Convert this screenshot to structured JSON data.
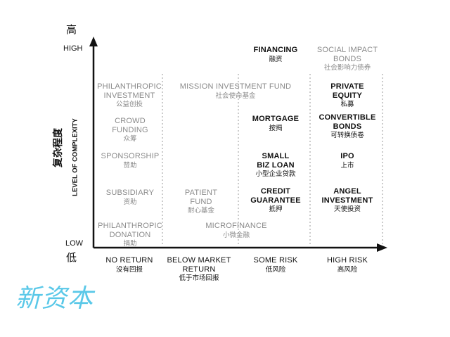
{
  "y_axis": {
    "top_zh": "高",
    "high": "HIGH",
    "low": "LOW",
    "bottom_zh": "低",
    "title_zh": "复杂程度",
    "title_en": "LEVEL OF COMPLEXITY"
  },
  "x_axis": [
    {
      "en": [
        "NO RETURN"
      ],
      "zh": "没有回报"
    },
    {
      "en": [
        "BELOW MARKET",
        "RETURN"
      ],
      "zh": "低于市场回报"
    },
    {
      "en": [
        "SOME RISK"
      ],
      "zh": "低风险"
    },
    {
      "en": [
        "HIGH RISK"
      ],
      "zh": "高风险"
    }
  ],
  "items": [
    {
      "id": "financing",
      "tone": "dark",
      "en": [
        "FINANCING"
      ],
      "zh": "融资"
    },
    {
      "id": "social-impact-bonds",
      "tone": "gray",
      "en": [
        "SOCIAL IMPACT",
        "BONDS"
      ],
      "zh": "社会影响力债券"
    },
    {
      "id": "philanthropic-investment",
      "tone": "gray",
      "en": [
        "PHILANTHROPIC",
        "INVESTMENT"
      ],
      "zh": "公益创投"
    },
    {
      "id": "mission-investment-fund",
      "tone": "gray",
      "en": [
        "MISSION INVESTMENT FUND"
      ],
      "zh": "社会使命基金"
    },
    {
      "id": "private-equity",
      "tone": "dark",
      "en": [
        "PRIVATE",
        "EQUITY"
      ],
      "zh": "私募"
    },
    {
      "id": "crowd-funding",
      "tone": "gray",
      "en": [
        "CROWD",
        "FUNDING"
      ],
      "zh": "众筹"
    },
    {
      "id": "mortgage",
      "tone": "dark",
      "en": [
        "MORTGAGE"
      ],
      "zh": "按揭"
    },
    {
      "id": "convertible-bonds",
      "tone": "dark",
      "en": [
        "CONVERTIBLE",
        "BONDS"
      ],
      "zh": "可转换债卷"
    },
    {
      "id": "sponsorship",
      "tone": "gray",
      "en": [
        "SPONSORSHIP"
      ],
      "zh": "赞助"
    },
    {
      "id": "small-biz-loan",
      "tone": "dark",
      "en": [
        "SMALL",
        "BIZ LOAN"
      ],
      "zh": "小型企业贷款"
    },
    {
      "id": "ipo",
      "tone": "dark",
      "en": [
        "IPO"
      ],
      "zh": "上市"
    },
    {
      "id": "subsidiary",
      "tone": "gray",
      "en": [
        "SUBSIDIARY"
      ],
      "zh": "资助"
    },
    {
      "id": "patient-fund",
      "tone": "gray",
      "en": [
        "PATIENT",
        "FUND"
      ],
      "zh": "耐心基金"
    },
    {
      "id": "credit-guarantee",
      "tone": "dark",
      "en": [
        "CREDIT",
        "GUARANTEE"
      ],
      "zh": "抵押"
    },
    {
      "id": "angel-investment",
      "tone": "dark",
      "en": [
        "ANGEL",
        "INVESTMENT"
      ],
      "zh": "天使投资"
    },
    {
      "id": "philanthropic-donation",
      "tone": "gray",
      "en": [
        "PHILANTHROPIC",
        "DONATION"
      ],
      "zh": "捐助"
    },
    {
      "id": "microfinance",
      "tone": "gray",
      "en": [
        "MICROFINANCE"
      ],
      "zh": "小微金融"
    }
  ],
  "brand": "新资本"
}
